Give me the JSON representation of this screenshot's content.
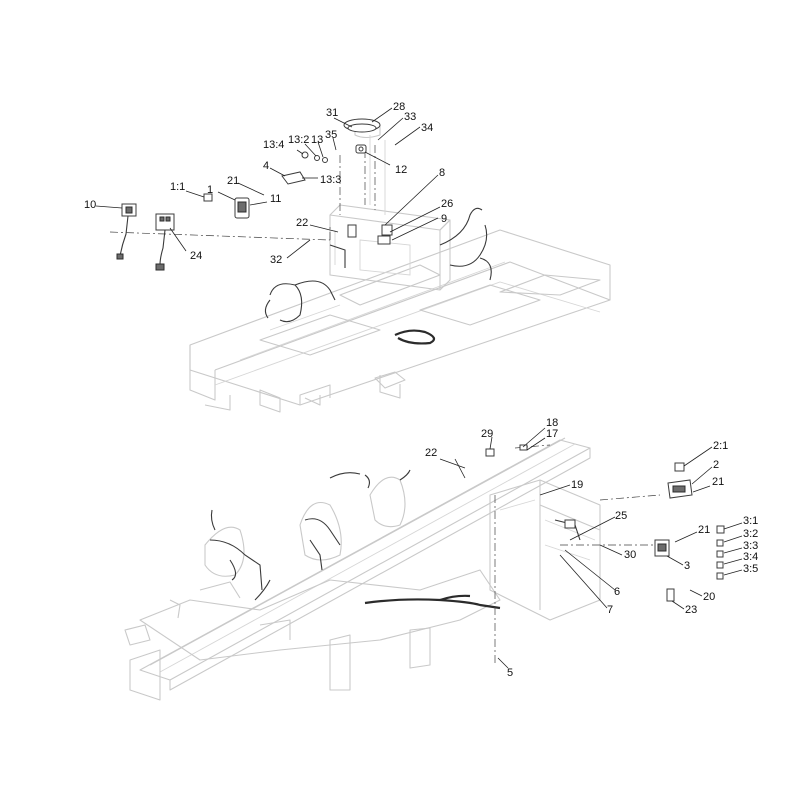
{
  "diagram": {
    "upper_callouts": {
      "c31": "31",
      "c28": "28",
      "c33": "33",
      "c34": "34",
      "c13_4": "13:4",
      "c13_2": "13:2",
      "c13": "13",
      "c35": "35",
      "c12": "12",
      "c4": "4",
      "c13_3": "13:3",
      "c8": "8",
      "c1_1": "1:1",
      "c21": "21",
      "c1": "1",
      "c11": "11",
      "c26": "26",
      "c10": "10",
      "c9": "9",
      "c22": "22",
      "c24": "24",
      "c32": "32"
    },
    "lower_callouts": {
      "c18": "18",
      "c29": "29",
      "c17": "17",
      "c22": "22",
      "c2_1": "2:1",
      "c2": "2",
      "c19": "19",
      "c21a": "21",
      "c3_1": "3:1",
      "c25": "25",
      "c21b": "21",
      "c3_2": "3:2",
      "c3_3": "3:3",
      "c30": "30",
      "c3_4": "3:4",
      "c3": "3",
      "c3_5": "3:5",
      "c6": "6",
      "c20": "20",
      "c7": "7",
      "c23": "23",
      "c5": "5"
    }
  }
}
